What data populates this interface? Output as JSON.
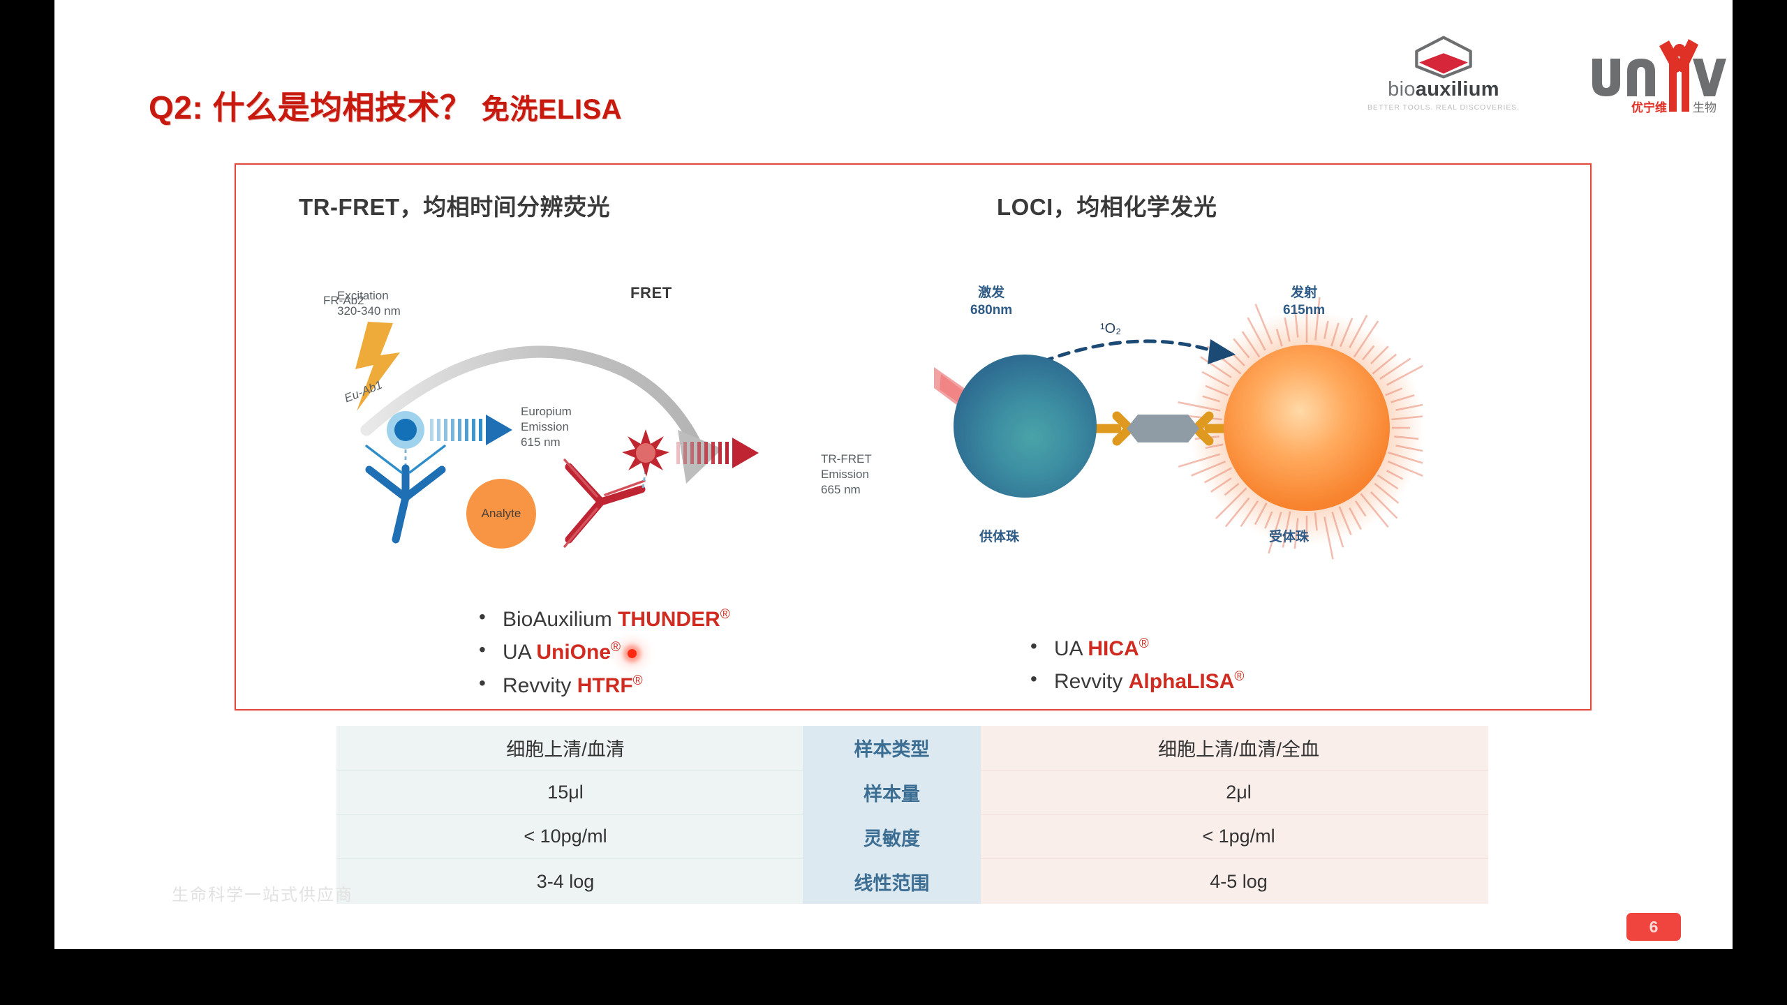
{
  "slide": {
    "title_prefix": "Q2: 什么是均相技术？ ",
    "title_suffix": "免洗ELISA",
    "page_number": "6",
    "watermark": "生命科学一站式供应商"
  },
  "logos": {
    "bioauxilium": {
      "word_light": "bio",
      "word_bold": "auxilium",
      "tagline": "BETTER TOOLS. REAL DISCOVERIES.",
      "mark_color": "#d6263a"
    },
    "univ": {
      "wordmark": "univ",
      "cn_left": "优宁维",
      "cn_right": "生物",
      "red": "#e03127",
      "gray": "#6d6e70"
    }
  },
  "panel": {
    "border_color": "#e04a3c",
    "left_heading": "TR-FRET，均相时间分辨荧光",
    "right_heading": "LOCI，均相化学发光"
  },
  "trfret_figure": {
    "excitation": "Excitation\n320-340 nm",
    "fret": "FRET",
    "europium_emission": "Europium\nEmission\n615 nm",
    "trfret_emission": "TR-FRET\nEmission\n665 nm",
    "antibody1": "Eu-Ab1",
    "antibody2": "FR-Ab2",
    "analyte": "Analyte"
  },
  "loci_figure": {
    "excitation": "激发\n680nm",
    "emission": "发射\n615nm",
    "singlet_oxygen": "¹O₂",
    "donor_bead": "供体珠",
    "acceptor_bead": "受体珠"
  },
  "bullets_left": [
    {
      "plain": "BioAuxilium ",
      "brand": "THUNDER",
      "reg": "®",
      "laser": false
    },
    {
      "plain": "UA ",
      "brand": "UniOne",
      "reg": "®",
      "laser": true
    },
    {
      "plain": "Revvity ",
      "brand": "HTRF",
      "reg": "®",
      "laser": false
    }
  ],
  "bullets_right": [
    {
      "plain": "UA ",
      "brand": "HICA",
      "reg": "®",
      "laser": false
    },
    {
      "plain": "Revvity ",
      "brand": "AlphaLISA",
      "reg": "®",
      "laser": false
    }
  ],
  "comparison_table": {
    "row_labels": [
      "样本类型",
      "样本量",
      "灵敏度",
      "线性范围"
    ],
    "trfret_values": [
      "细胞上清/血清",
      "15μl",
      "< 10pg/ml",
      "3-4 log"
    ],
    "loci_values": [
      "细胞上清/血清/全血",
      "2μl",
      "< 1pg/ml",
      "4-5 log"
    ]
  }
}
